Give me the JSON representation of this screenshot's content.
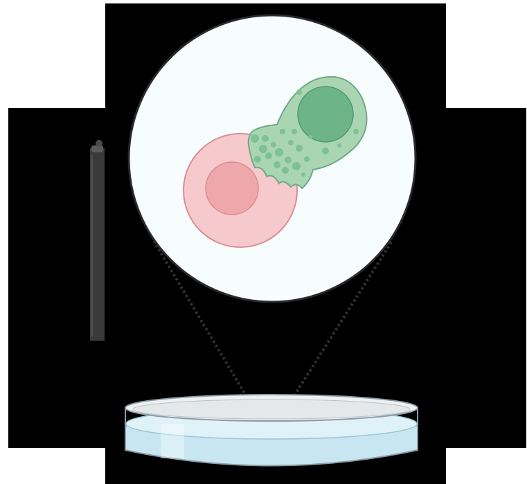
{
  "scene": {
    "magnified_view": "circular-inset",
    "cells": [
      {
        "type": "target-cell",
        "color": "#f6c9cc",
        "nucleus_color": "#eea8ab"
      },
      {
        "type": "effector-cell",
        "color": "#a9d5b2",
        "nucleus_color": "#6db489",
        "granules": true
      }
    ],
    "dish": {
      "fill_color": "#c7e6f2",
      "rim_color": "#d9dde1"
    }
  },
  "colors": {
    "background_panel": "#000000",
    "inset_fill": "#f7fcfd",
    "inset_border": "#2a2a2a",
    "pipette": "#3a3a3a",
    "connector": "#333333"
  }
}
